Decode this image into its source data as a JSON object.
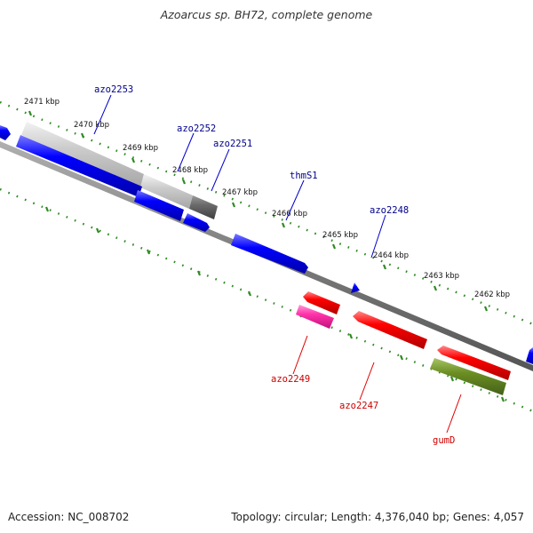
{
  "title": "Azoarcus sp. BH72, complete genome",
  "footer": {
    "accession": "Accession: NC_008702",
    "summary": "Topology: circular; Length: 4,376,040 bp; Genes: 4,057"
  },
  "colors": {
    "forward_gene": "#0000ff",
    "reverse_gene": "#ff0000",
    "pink_gene": "#ff33aa",
    "olive_gene": "#6b8e23",
    "forward_label": "#00008b",
    "reverse_label": "#cc0000",
    "tick_green": "#2e8b22",
    "backbone": "#808080"
  },
  "ticks": [
    "2471 kbp",
    "2470 kbp",
    "2469 kbp",
    "2468 kbp",
    "2467 kbp",
    "2466 kbp",
    "2465 kbp",
    "2464 kbp",
    "2463 kbp",
    "2462 kbp"
  ],
  "gene_labels": {
    "forward": [
      "azo2253",
      "azo2252",
      "azo2251",
      "thmS1",
      "azo2248"
    ],
    "reverse": [
      "azo2249",
      "azo2247",
      "gumD"
    ]
  }
}
